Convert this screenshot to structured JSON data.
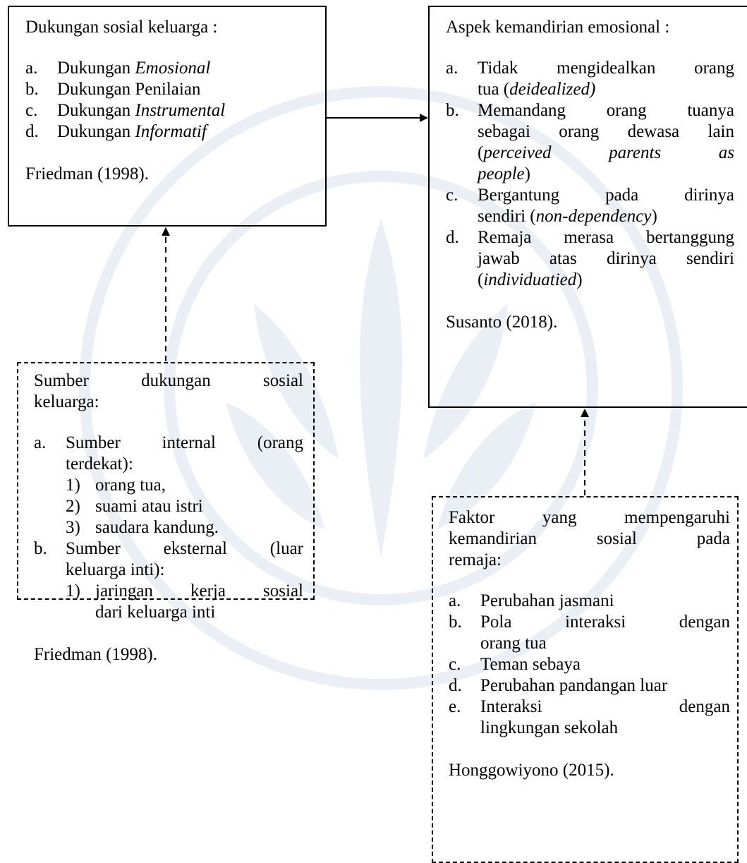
{
  "box_dukungan": {
    "title": "Dukungan sosial keluarga :",
    "items": [
      {
        "marker": "a.",
        "plain": "Dukungan ",
        "italic": "Emosional"
      },
      {
        "marker": "b.",
        "plain": "Dukungan Penilaian",
        "italic": ""
      },
      {
        "marker": "c.",
        "plain": "Dukungan ",
        "italic": "Instrumental"
      },
      {
        "marker": "d.",
        "plain": "Dukungan ",
        "italic": "Informatif"
      }
    ],
    "citation": "Friedman (1998)."
  },
  "box_aspek": {
    "title": "Aspek kemandirian emosional :",
    "items": [
      {
        "marker": "a.",
        "line1": "Tidak mengidealkan orang",
        "line2_plain": "tua (",
        "line2_italic": "deidealized)"
      },
      {
        "marker": "b.",
        "line1": "Memandang orang tuanya",
        "line2": "sebagai orang dewasa lain",
        "line3_open": "(",
        "line3_italic": "perceived parents as",
        "line4_italic": "people",
        "line4_close": ")"
      },
      {
        "marker": "c.",
        "line1": "Bergantung pada dirinya",
        "line2_plain": "sendiri (",
        "line2_italic": "non-dependency",
        "line2_close": ")"
      },
      {
        "marker": "d.",
        "line1": "Remaja merasa bertanggung",
        "line2": "jawab atas dirinya sendiri",
        "line3_open": "(",
        "line3_italic": "individuatied",
        "line3_close": ")"
      }
    ],
    "citation": "Susanto (2018)."
  },
  "box_sumber": {
    "title_line1": "Sumber dukungan sosial",
    "title_line2": "keluarga:",
    "items": [
      {
        "marker": "a.",
        "line1": "Sumber internal (orang",
        "line2": "terdekat):",
        "sub": [
          {
            "marker": "1)",
            "text": "orang tua,"
          },
          {
            "marker": "2)",
            "text": "suami atau istri"
          },
          {
            "marker": "3)",
            "text": "saudara kandung."
          }
        ]
      },
      {
        "marker": "b.",
        "line1": "Sumber eksternal (luar",
        "line2": "keluarga inti):",
        "sub": [
          {
            "marker": "1)",
            "line1": "jaringan kerja sosial",
            "line2": "dari keluarga inti"
          }
        ]
      }
    ],
    "citation": "Friedman (1998)."
  },
  "box_faktor": {
    "title_line1": "Faktor yang mempengaruhi",
    "title_line2": "kemandirian sosial pada",
    "title_line3": "remaja:",
    "items": [
      {
        "marker": "a.",
        "line1": "Perubahan jasmani"
      },
      {
        "marker": "b.",
        "line1": "Pola interaksi dengan",
        "line2": "orang tua"
      },
      {
        "marker": "c.",
        "line1": "Teman sebaya"
      },
      {
        "marker": "d.",
        "line1": "Perubahan pandangan luar"
      },
      {
        "marker": "e.",
        "line1": "Interaksi dengan",
        "line2": "lingkungan sekolah"
      }
    ],
    "citation": "Honggowiyono (2015)."
  },
  "watermark_icon": "university-seal"
}
